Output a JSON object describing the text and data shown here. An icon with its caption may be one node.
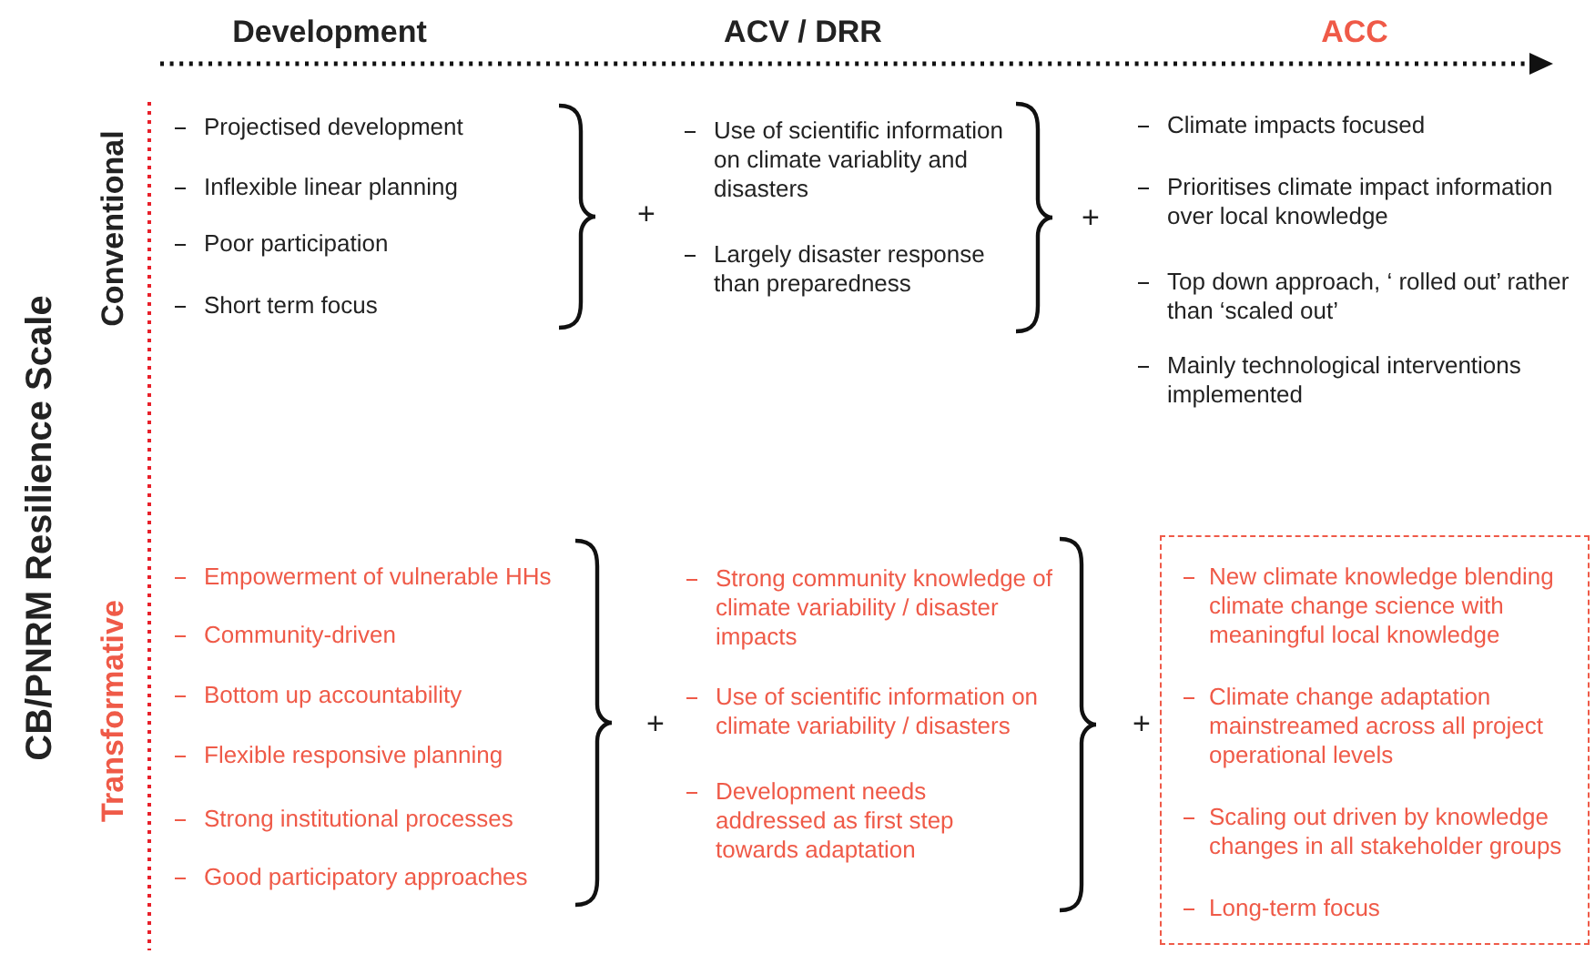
{
  "diagram": {
    "nodes": [
      {
        "text": [
          "New climate knowledge blending climate change science with meaningful local knowledge",
          "Climate change adaptation mainstreamed across all project operational levels",
          "Scaling out driven by knowledge changes in all stakeholder groups",
          "Long-term focus"
        ]
      }
    ],
    "labels": [
      "CB/PNRM Resilience Scale",
      "Development",
      "ACV / DRR",
      "ACC",
      "Conventional",
      "Projectised development",
      "Inflexible linear planning",
      "Poor participation",
      "Short term focus",
      "+",
      "Use of scientific information on climate variablity and disasters",
      "Largely disaster response than preparedness",
      "+",
      "Climate impacts focused",
      "Prioritises climate impact information over local knowledge",
      "Top down approach, ‘ rolled out’ rather than ‘scaled out’",
      "Mainly technological interventions implemented",
      "Transformative",
      "Empowerment of vulnerable HHs",
      "Community-driven",
      "Bottom up accountability",
      "Flexible responsive planning",
      "Strong institutional processes",
      "Good participatory approaches",
      "+",
      "Strong community knowledge of climate variability / disaster impacts",
      "Use of scientific information on climate variability / disasters",
      "Development needs addressed as first step towards adaptation",
      "+"
    ]
  }
}
